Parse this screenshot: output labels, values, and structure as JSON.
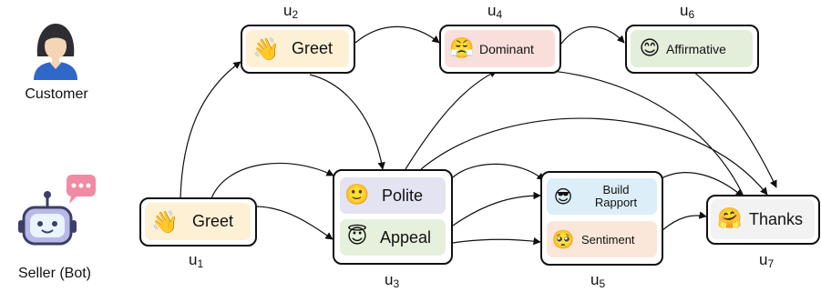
{
  "roles": {
    "customer": "Customer",
    "seller": "Seller (Bot)"
  },
  "utterances": {
    "u1": {
      "base": "u",
      "sub": "1"
    },
    "u2": {
      "base": "u",
      "sub": "2"
    },
    "u3": {
      "base": "u",
      "sub": "3"
    },
    "u4": {
      "base": "u",
      "sub": "4"
    },
    "u5": {
      "base": "u",
      "sub": "5"
    },
    "u6": {
      "base": "u",
      "sub": "6"
    },
    "u7": {
      "base": "u",
      "sub": "7"
    }
  },
  "nodes": {
    "u1": {
      "labels": [
        "Greet"
      ]
    },
    "u2": {
      "labels": [
        "Greet"
      ]
    },
    "u3": {
      "labels": [
        "Polite",
        "Appeal"
      ]
    },
    "u4": {
      "labels": [
        "Dominant"
      ]
    },
    "u5": {
      "labels": [
        "Build Rapport",
        "Sentiment"
      ]
    },
    "u6": {
      "labels": [
        "Affirmative"
      ]
    },
    "u7": {
      "labels": [
        "Thanks"
      ]
    }
  },
  "emoji": {
    "wave": "👋",
    "smile": "🙂",
    "halo": "😇",
    "dominant": "😤",
    "cool": "😎",
    "pleading": "🥺",
    "happy": "😊",
    "hug": "🤗",
    "chat": "•••"
  },
  "colors": {
    "greet": "#fdf0d5",
    "polite": "#e4e3f2",
    "appeal": "#e6f1dd",
    "dominant": "#f9dfdc",
    "build": "#dceef7",
    "sentiment": "#fbe7d9",
    "affirmative": "#e3eedb",
    "thanks": "#f2f2f2",
    "border": "#111111"
  }
}
